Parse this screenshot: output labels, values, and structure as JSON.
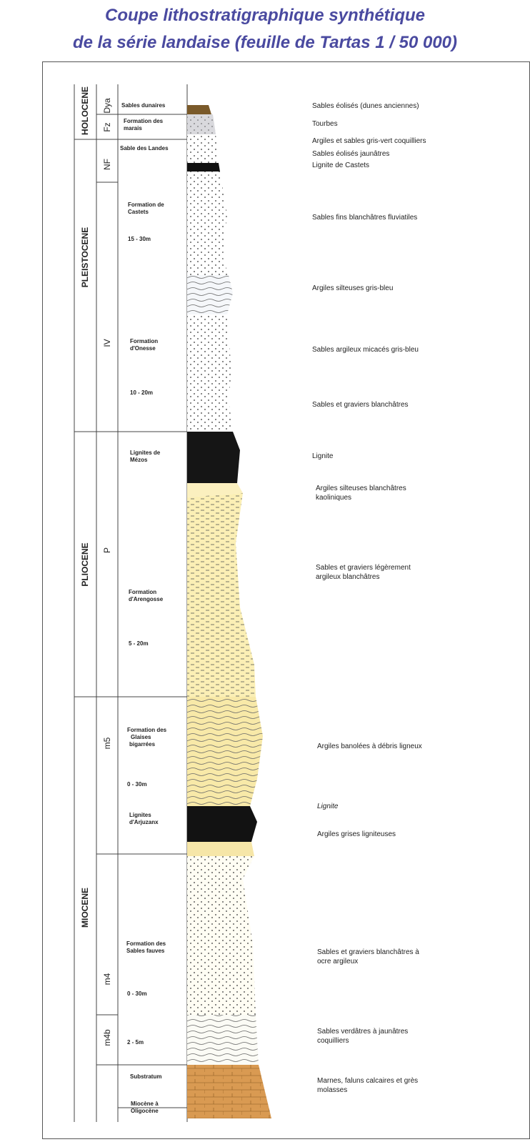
{
  "title": {
    "line1": "Coupe lithostratigraphique synthétique",
    "line2": "de la série landaise (feuille de Tartas 1 / 50 000)"
  },
  "periods": [
    {
      "name": "HOLOCENE"
    },
    {
      "name": "PLEISTOCENE"
    },
    {
      "name": "PLIOCENE"
    },
    {
      "name": "MIOCENE"
    }
  ],
  "codes": [
    "Dya",
    "Fz",
    "NF",
    "IV",
    "P",
    "m5",
    "m4",
    "m4b"
  ],
  "formations": [
    "Sables dunaires",
    "Formation des",
    "marais",
    "Sable des Landes",
    "Formation de",
    "Castets",
    "15 - 30m",
    "Formation",
    "d'Onesse",
    "10 - 20m",
    "Lignites de",
    "Mézos",
    "Formation",
    "d'Arengosse",
    "5 - 20m",
    "Formation des",
    "Glaises",
    "bigarrées",
    "0 - 30m",
    "Lignites",
    "d'Arjuzanx",
    "Formation des",
    "Sables fauves",
    "0 - 30m",
    "2 - 5m",
    "Substratum",
    "Miocène à",
    "Oligocène"
  ],
  "descriptions": [
    "Sables éolisés (dunes anciennes)",
    "Tourbes",
    "Argiles et sables gris-vert coquilliers",
    "Sables éolisés jaunâtres",
    "Lignite de Castets",
    "Sables fins blanchâtres fluviatiles",
    "Argiles silteuses gris-bleu",
    "Sables argileux micacés gris-bleu",
    "Sables et graviers blanchâtres",
    "Lignite",
    "Argiles silteuses blanchâtres",
    "kaoliniques",
    "Sables et graviers légèrement",
    "argileux blanchâtres",
    "Argiles banolées à débris ligneux",
    "Lignite",
    "Argiles grises ligniteuses",
    "Sables et graviers blanchâtres à",
    "ocre argileux",
    "Sables verdâtres à jaunâtres",
    "coquilliers",
    "Marnes, faluns calcaires et grès",
    "molasses"
  ]
}
